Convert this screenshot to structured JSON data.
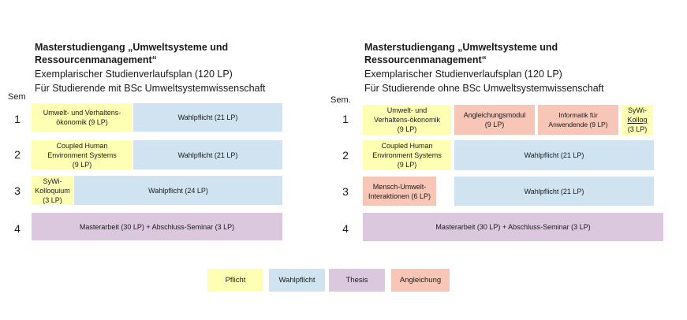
{
  "left": {
    "title_line1": "Masterstudiengang „Umweltsysteme und",
    "title_line2": "Ressourcenmanagement“",
    "subtitle1": "Exemplarischer Studienverlaufsplan (120 LP)",
    "subtitle2": "Für Studierende mit BSc Umweltsystemwissenschaft",
    "sem_header": "Sem",
    "semesters": [
      "1",
      "2",
      "3",
      "4"
    ],
    "cells": {
      "s1_pflicht_line1": "Umwelt- und Verhaltens-",
      "s1_pflicht_line2": "ökonomik (9 LP)",
      "s1_wahl": "Wahlpflicht (21 LP)",
      "s2_pflicht_line1": "Coupled Human",
      "s2_pflicht_line2": "Environment Systems",
      "s2_pflicht_line3": "(9 LP)",
      "s2_wahl": "Wahlpflicht (21 LP)",
      "s3_pflicht_line1": "SyWi-",
      "s3_pflicht_line2": "Kolloquium",
      "s3_pflicht_line3": "(3 LP)",
      "s3_wahl": "Wahlpflicht (24 LP)",
      "s4_thesis": "Masterarbeit (30 LP) + Abschluss-Seminar (3 LP)"
    }
  },
  "right": {
    "title_line1": "Masterstudiengang „Umweltsysteme und",
    "title_line2": "Ressourcenmanagement“",
    "subtitle1": "Exemplarischer Studienverlaufsplan (120 LP)",
    "subtitle2": "Für Studierende ohne BSc Umweltsystemwissenschaft",
    "sem_header": "Sem.",
    "semesters": [
      "1",
      "2",
      "3",
      "4"
    ],
    "cells": {
      "s1_pflicht_line1": "Umwelt- und",
      "s1_pflicht_line2": "Verhaltens-ökonomik",
      "s1_pflicht_line3": "(9 LP)",
      "s1_angl1_line1": "Angleichungsmodul",
      "s1_angl1_line2": "(9 LP)",
      "s1_angl2_line1": "Informatik für",
      "s1_angl2_line2": "Anwendende (9 LP)",
      "s1_sywi_line1": "SyWi-",
      "s1_sywi_line2": "Kollog",
      "s1_sywi_line3": "(3 LP)",
      "s2_pflicht_line1": "Coupled Human",
      "s2_pflicht_line2": "Environment Systems",
      "s2_pflicht_line3": "(9 LP)",
      "s2_wahl": "Wahlpflicht (21 LP)",
      "s3_angl_line1": "Mensch-Umwelt-",
      "s3_angl_line2": "Interaktionen (6 LP)",
      "s3_wahl": "Wahlpflicht (21 LP)",
      "s4_thesis": "Masterarbeit (30 LP) + Abschluss-Seminar (3 LP)"
    }
  },
  "legend": {
    "pflicht": "Pflicht",
    "wahlpflicht": "Wahlpflicht",
    "thesis": "Thesis",
    "angleichung": "Angleichung"
  },
  "colors": {
    "pflicht": "#ffffb3",
    "wahlpflicht": "#cfe3f1",
    "thesis": "#dbc8df",
    "angleichung": "#f8c6b7"
  }
}
